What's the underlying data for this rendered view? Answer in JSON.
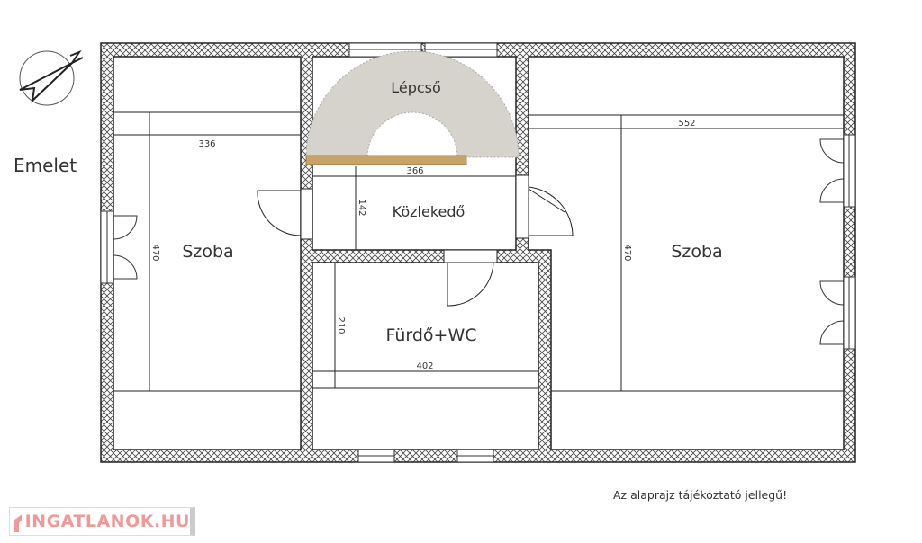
{
  "plan": {
    "floor_label": "Emelet",
    "rooms": {
      "left_room": "Szoba",
      "stairs": "Lépcső",
      "corridor": "Közlekedő",
      "bathroom": "Fürdő+WC",
      "right_room": "Szoba"
    },
    "dimensions": {
      "left_width": "336",
      "left_length": "470",
      "corridor_width": "366",
      "corridor_length": "142",
      "bath_width": "402",
      "bath_length": "210",
      "right_width": "552",
      "right_length": "470"
    },
    "disclaimer": "Az alaprajz tájékoztató jellegű!",
    "compass_letter": "N"
  },
  "logo": {
    "text": "INGATLANOK.HU"
  },
  "colors": {
    "stairs": "#d6d3cc",
    "wood": "#c9a268",
    "logo": "#ef9a9a"
  }
}
